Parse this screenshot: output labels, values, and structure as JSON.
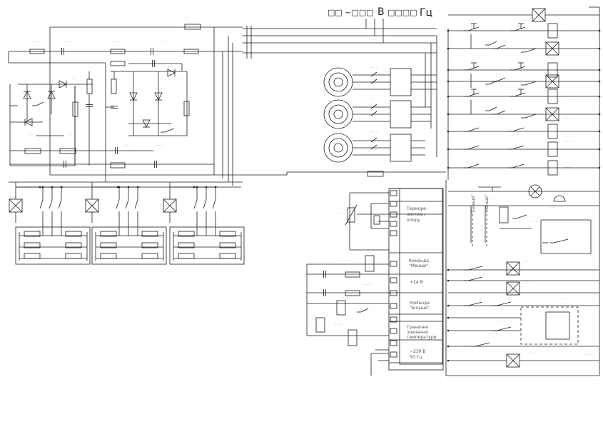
{
  "header": {
    "supply_prefix": "□□ ~□□□",
    "unit_volt": "В",
    "supply_mid": "□□□□",
    "unit_hz": "Гц"
  },
  "controller": {
    "block_sensor": "Терморе-\nзистивн\nопору",
    "block_less": "Команда\n\"Менше\"",
    "block_24v": "+24 В",
    "block_more": "Команда\n\"Більше\"",
    "block_limit": "Граничне\nзначення\nтемператури",
    "block_power": "~230 В\n50 Гц"
  },
  "labels": {
    "vertical_left": "\"Більше\"",
    "vertical_right": "\"Менше\""
  },
  "colors": {
    "line": "#1a1a1a",
    "faint": "#9a9a9a",
    "dash": "#333333"
  }
}
